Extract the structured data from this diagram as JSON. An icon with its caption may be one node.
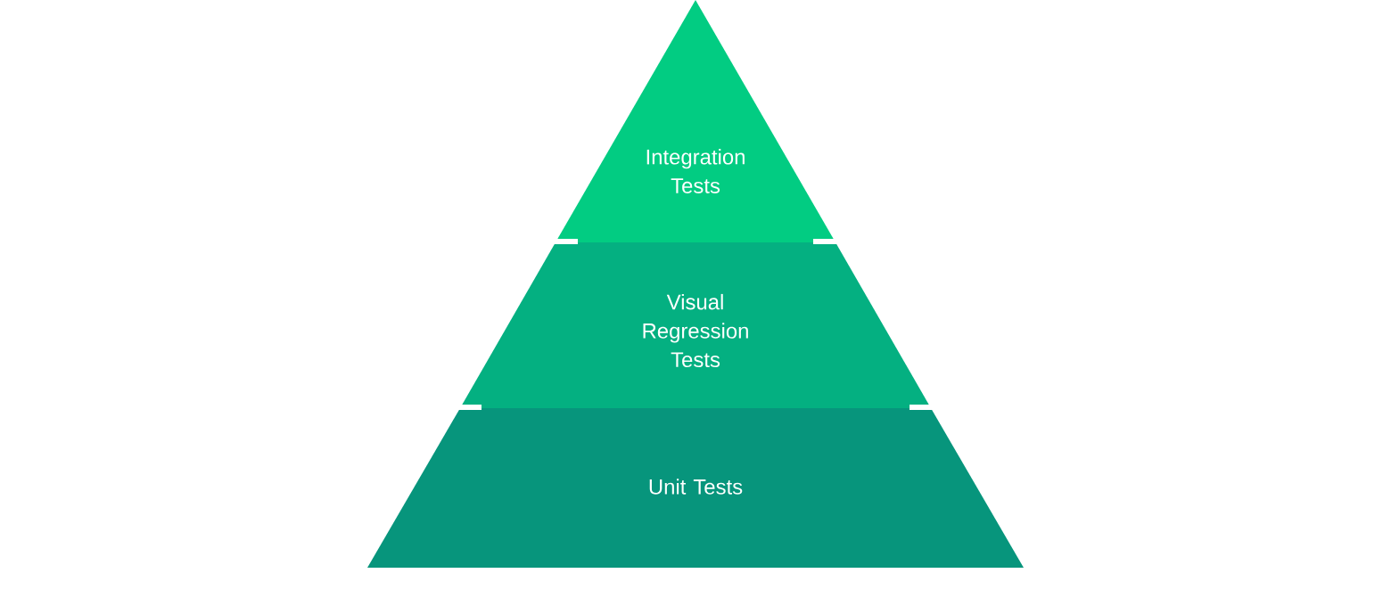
{
  "diagram": {
    "nodes": [
      {
        "text": [
          "Integration Tests"
        ]
      },
      {
        "text": [
          "Visual Regression Tests"
        ]
      },
      {
        "text": [
          "Unit Tests"
        ]
      }
    ]
  }
}
